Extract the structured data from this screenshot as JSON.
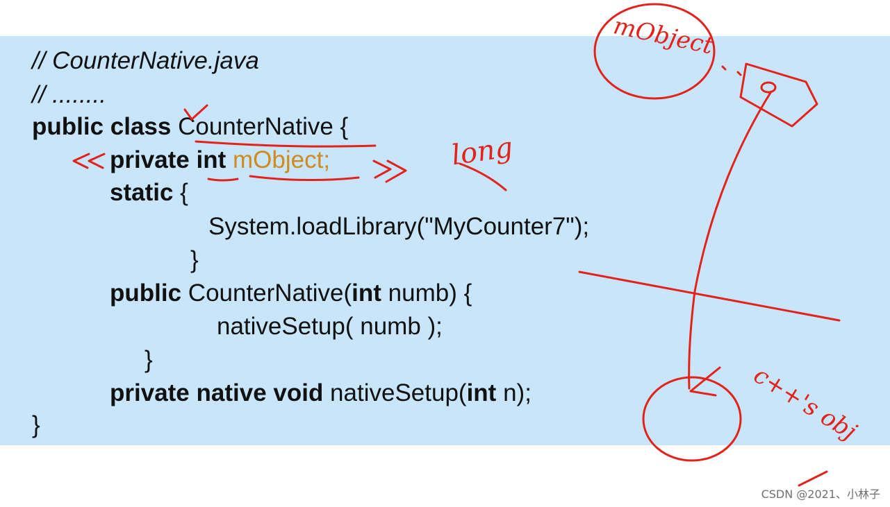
{
  "code": {
    "line1": "// CounterNative.java",
    "line2": "// ........",
    "line3": {
      "kw": "public class",
      "rest": " CounterNative {"
    },
    "line4": {
      "kw1": "private",
      "sp": " ",
      "kw2": "int",
      "field": " mObject;"
    },
    "line5": {
      "kw": "static",
      "rest": " {"
    },
    "line6": "System.loadLibrary(\"MyCounter7\");",
    "line7": "}",
    "line8": {
      "kw1": "public",
      "mid": " CounterNative(",
      "kw2": "int",
      "rest": " numb) {"
    },
    "line9": "nativeSetup( numb );",
    "line10": "}",
    "line11": {
      "kw": "private native void",
      "mid": " nativeSetup(",
      "kw2": "int",
      "rest": " n);"
    },
    "line12": "}"
  },
  "annotations": {
    "long_note": "long",
    "mobject_note": "mObject",
    "cpp_obj_note": "c++'s obj"
  },
  "watermark": "CSDN @2021、小林子",
  "colors": {
    "panel_bg": "#c8e5f9",
    "highlight": "#d08a1e",
    "ink": "#e3231b"
  }
}
